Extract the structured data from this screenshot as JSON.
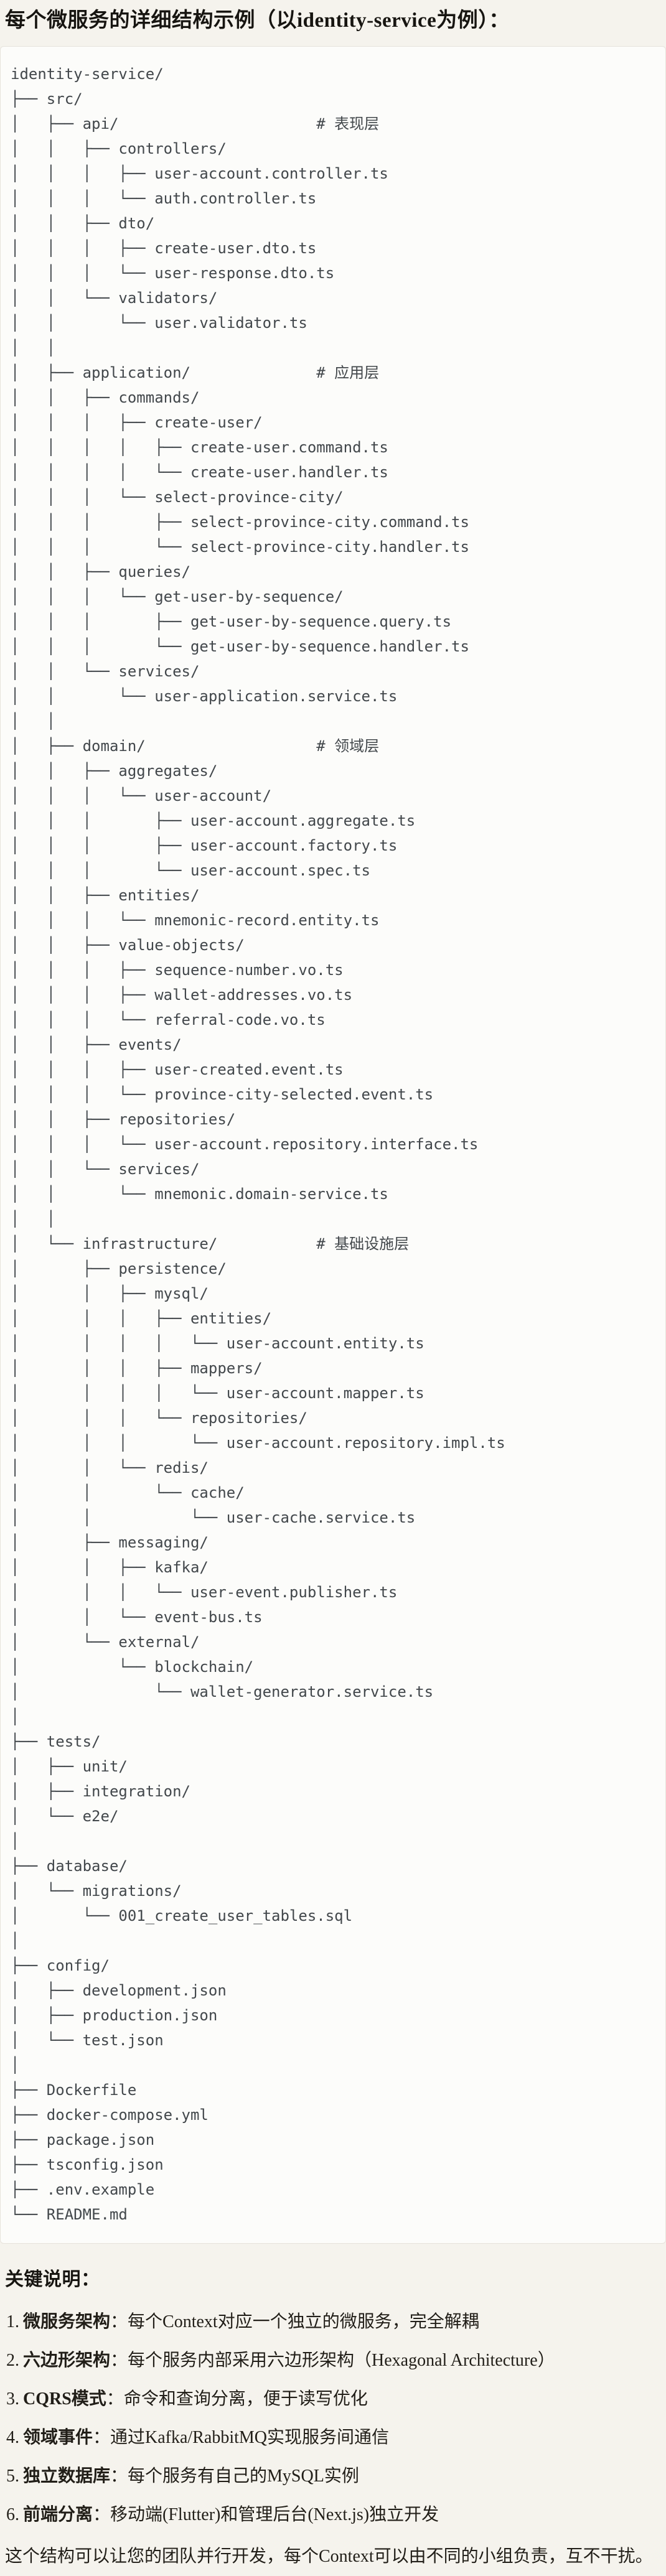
{
  "page": {
    "title": "每个微服务的详细结构示例（以identity-service为例）：",
    "notes_heading": "关键说明：",
    "footer": "这个结构可以让您的团队并行开发，每个Context可以由不同的小组负责，互不干扰。"
  },
  "tree": {
    "lines": [
      "identity-service/",
      "├── src/",
      "│   ├── api/                      # 表现层",
      "│   │   ├── controllers/",
      "│   │   │   ├── user-account.controller.ts",
      "│   │   │   └── auth.controller.ts",
      "│   │   ├── dto/",
      "│   │   │   ├── create-user.dto.ts",
      "│   │   │   └── user-response.dto.ts",
      "│   │   └── validators/",
      "│   │       └── user.validator.ts",
      "│   │",
      "│   ├── application/              # 应用层",
      "│   │   ├── commands/",
      "│   │   │   ├── create-user/",
      "│   │   │   │   ├── create-user.command.ts",
      "│   │   │   │   └── create-user.handler.ts",
      "│   │   │   └── select-province-city/",
      "│   │   │       ├── select-province-city.command.ts",
      "│   │   │       └── select-province-city.handler.ts",
      "│   │   ├── queries/",
      "│   │   │   └── get-user-by-sequence/",
      "│   │   │       ├── get-user-by-sequence.query.ts",
      "│   │   │       └── get-user-by-sequence.handler.ts",
      "│   │   └── services/",
      "│   │       └── user-application.service.ts",
      "│   │",
      "│   ├── domain/                   # 领域层",
      "│   │   ├── aggregates/",
      "│   │   │   └── user-account/",
      "│   │   │       ├── user-account.aggregate.ts",
      "│   │   │       ├── user-account.factory.ts",
      "│   │   │       └── user-account.spec.ts",
      "│   │   ├── entities/",
      "│   │   │   └── mnemonic-record.entity.ts",
      "│   │   ├── value-objects/",
      "│   │   │   ├── sequence-number.vo.ts",
      "│   │   │   ├── wallet-addresses.vo.ts",
      "│   │   │   └── referral-code.vo.ts",
      "│   │   ├── events/",
      "│   │   │   ├── user-created.event.ts",
      "│   │   │   └── province-city-selected.event.ts",
      "│   │   ├── repositories/",
      "│   │   │   └── user-account.repository.interface.ts",
      "│   │   └── services/",
      "│   │       └── mnemonic.domain-service.ts",
      "│   │",
      "│   └── infrastructure/           # 基础设施层",
      "│       ├── persistence/",
      "│       │   ├── mysql/",
      "│       │   │   ├── entities/",
      "│       │   │   │   └── user-account.entity.ts",
      "│       │   │   ├── mappers/",
      "│       │   │   │   └── user-account.mapper.ts",
      "│       │   │   └── repositories/",
      "│       │   │       └── user-account.repository.impl.ts",
      "│       │   └── redis/",
      "│       │       └── cache/",
      "│       │           └── user-cache.service.ts",
      "│       ├── messaging/",
      "│       │   ├── kafka/",
      "│       │   │   └── user-event.publisher.ts",
      "│       │   └── event-bus.ts",
      "│       └── external/",
      "│           └── blockchain/",
      "│               └── wallet-generator.service.ts",
      "│",
      "├── tests/",
      "│   ├── unit/",
      "│   ├── integration/",
      "│   └── e2e/",
      "│",
      "├── database/",
      "│   └── migrations/",
      "│       └── 001_create_user_tables.sql",
      "│",
      "├── config/",
      "│   ├── development.json",
      "│   ├── production.json",
      "│   └── test.json",
      "│",
      "├── Dockerfile",
      "├── docker-compose.yml",
      "├── package.json",
      "├── tsconfig.json",
      "├── .env.example",
      "└── README.md"
    ]
  },
  "notes": [
    {
      "num": "1.",
      "label": "微服务架构",
      "sep": "：",
      "text": "每个Context对应一个独立的微服务，完全解耦"
    },
    {
      "num": "2.",
      "label": "六边形架构",
      "sep": "：",
      "text": "每个服务内部采用六边形架构（Hexagonal Architecture）"
    },
    {
      "num": "3.",
      "label": "CQRS模式",
      "sep": "：",
      "text": "命令和查询分离，便于读写优化"
    },
    {
      "num": "4.",
      "label": "领域事件",
      "sep": "：",
      "text": "通过Kafka/RabbitMQ实现服务间通信"
    },
    {
      "num": "5.",
      "label": "独立数据库",
      "sep": "：",
      "text": "每个服务有自己的MySQL实例"
    },
    {
      "num": "6.",
      "label": "前端分离",
      "sep": "：",
      "text": "移动端(Flutter)和管理后台(Next.js)独立开发"
    }
  ],
  "colors": {
    "page_bg": "#f5f3ed",
    "code_bg": "#fcfcfa",
    "code_border": "#e6e3db",
    "code_text": "#42474b",
    "heading_text": "#171511",
    "body_text": "#211e18"
  }
}
